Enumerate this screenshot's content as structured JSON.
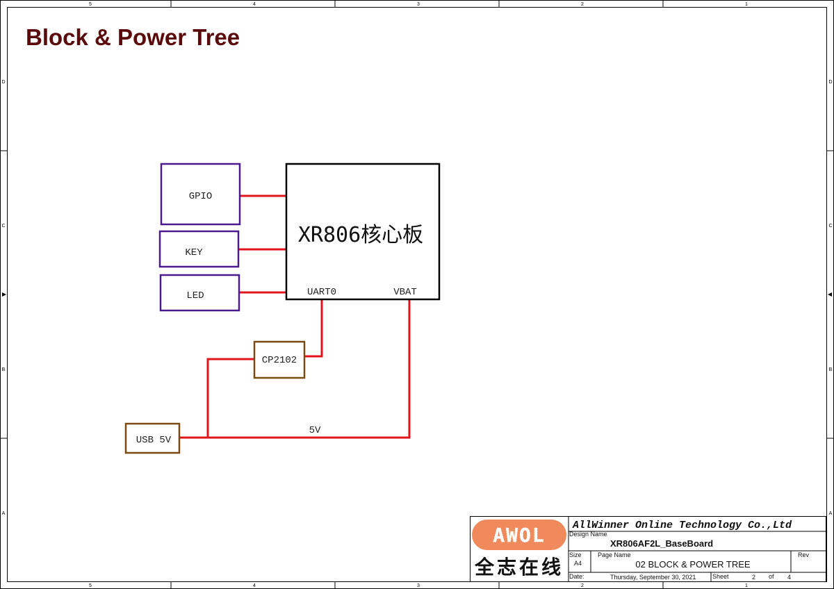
{
  "frame": {
    "col_labels": [
      "5",
      "4",
      "3",
      "2",
      "1"
    ],
    "row_labels": [
      "D",
      "C",
      "B",
      "A"
    ]
  },
  "title": "Block & Power Tree",
  "blocks": {
    "gpio": "GPIO",
    "key": "KEY",
    "led": "LED",
    "core": "XR806核心板",
    "uart0": "UART0",
    "vbat": "VBAT",
    "cp2102": "CP2102",
    "usb": "USB 5V",
    "net_5v": "5V"
  },
  "colors": {
    "title": "#5a0a0a",
    "wire": "#e0141a",
    "io_block": "#4b1a8c",
    "usb_block": "#7a4a12",
    "logo_bg": "#f08a5d"
  },
  "title_block": {
    "company": "AllWinner Online Technology Co.,Ltd",
    "design_name_label": "Design Name",
    "design_name": "XR806AF2L_BaseBoard",
    "size_label": "Size",
    "size": "A4",
    "page_name_label": "Page Name",
    "page_name": "02 BLOCK & POWER TREE",
    "rev_label": "Rev",
    "date_label": "Date:",
    "date": "Thursday, September 30, 2021",
    "sheet_label": "Sheet",
    "sheet": "2",
    "of_label": "of",
    "sheets_total": "4",
    "logo_text": "全志在线",
    "logo_mark": "AWOL"
  }
}
